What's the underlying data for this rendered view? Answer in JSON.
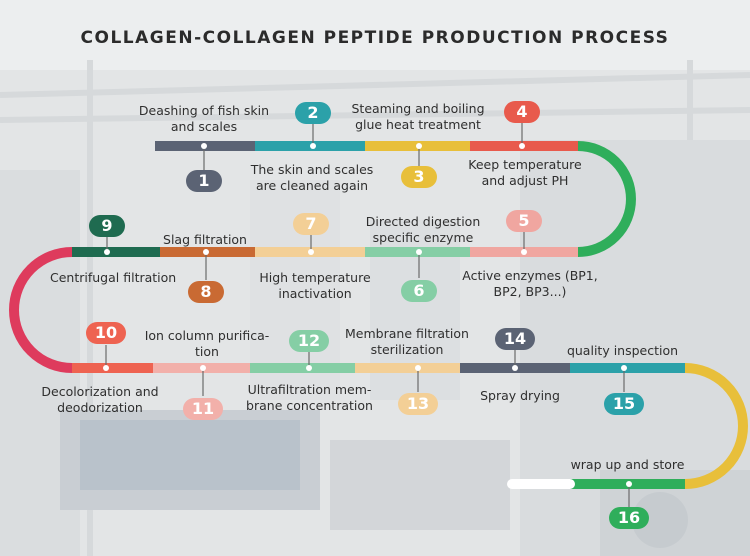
{
  "title": "COLLAGEN-COLLAGEN PEPTIDE PRODUCTION PROCESS",
  "colors": {
    "slate": "#5b6374",
    "teal": "#2ba1a9",
    "yellow": "#e8bf3a",
    "red": "#e85a4c",
    "green": "#2fae5b",
    "darkgreen": "#1f6b50",
    "copper": "#c96a33",
    "peach": "#f3cf96",
    "mint": "#85cea5",
    "pink": "#f0a6a0",
    "magenta": "#de3b5d",
    "coral": "#ee6351",
    "lightpink": "#f2b0aa"
  },
  "steps": [
    {
      "num": "1",
      "label": "Deashing of fish skin and scales"
    },
    {
      "num": "2",
      "label": "The skin and scales are cleaned again"
    },
    {
      "num": "3",
      "label": "Steaming and boiling glue heat treatment"
    },
    {
      "num": "4",
      "label": "Keep temperature and adjust PH"
    },
    {
      "num": "5",
      "label": "Active enzymes (BP1, BP2, BP3...)"
    },
    {
      "num": "6",
      "label": "Directed digestion specific enzyme"
    },
    {
      "num": "7",
      "label": "High temperature inactivation"
    },
    {
      "num": "8",
      "label": "Slag filtration"
    },
    {
      "num": "9",
      "label": "Centrifugal filtration"
    },
    {
      "num": "10",
      "label": "Decolorization and deodorization"
    },
    {
      "num": "11",
      "label": "Ion column purification"
    },
    {
      "num": "12",
      "label": "Ultrafiltration membrane concentration"
    },
    {
      "num": "13",
      "label": "Membrane filtration sterilization"
    },
    {
      "num": "14",
      "label": "Spray drying"
    },
    {
      "num": "15",
      "label": "quality inspection"
    },
    {
      "num": "16",
      "label": "wrap up and store"
    }
  ],
  "label_lines": {
    "s1": [
      "Deashing of fish skin",
      "and scales"
    ],
    "s2": [
      "The skin and scales",
      "are cleaned again"
    ],
    "s3": [
      "Steaming and boiling",
      "glue heat treatment"
    ],
    "s4": [
      "Keep temperature",
      "and adjust PH"
    ],
    "s5": [
      "Active enzymes (BP1,",
      "BP2, BP3...)"
    ],
    "s6": [
      "Directed digestion",
      "specific enzyme"
    ],
    "s7": [
      "High temperature",
      "inactivation"
    ],
    "s8": [
      "Slag filtration"
    ],
    "s9": [
      "Centrifugal filtration"
    ],
    "s10": [
      "Decolorization and",
      "deodorization"
    ],
    "s11": [
      "Ion column purifica-",
      "tion"
    ],
    "s12": [
      "Ultrafiltration mem-",
      "brane concentration"
    ],
    "s13": [
      "Membrane filtration",
      "sterilization"
    ],
    "s14": [
      "Spray drying"
    ],
    "s15": [
      "quality inspection"
    ],
    "s16": [
      "wrap up and store"
    ]
  }
}
